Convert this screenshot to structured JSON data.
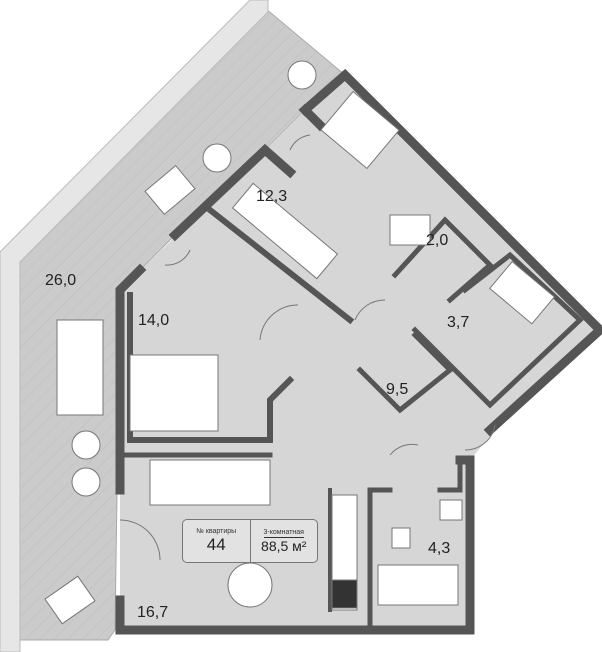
{
  "rooms": [
    {
      "name": "terrace",
      "area": "26,0"
    },
    {
      "name": "bedroom-1",
      "area": "12,3"
    },
    {
      "name": "bedroom-2",
      "area": "14,0"
    },
    {
      "name": "storage",
      "area": "2,0"
    },
    {
      "name": "bathroom-1",
      "area": "3,7"
    },
    {
      "name": "hall",
      "area": "9,5"
    },
    {
      "name": "bathroom-2",
      "area": "4,3"
    },
    {
      "name": "living-kitchen",
      "area": "16,7"
    }
  ],
  "info": {
    "apartment_no_label": "№ квартиры",
    "apartment_no": "44",
    "type_label": "3-комнатная",
    "area": "88,5 м²"
  },
  "colors": {
    "wall": "#555555",
    "floor": "#d6d6d6",
    "terrace": "#c9c9c9",
    "furniture": "#ffffff"
  }
}
